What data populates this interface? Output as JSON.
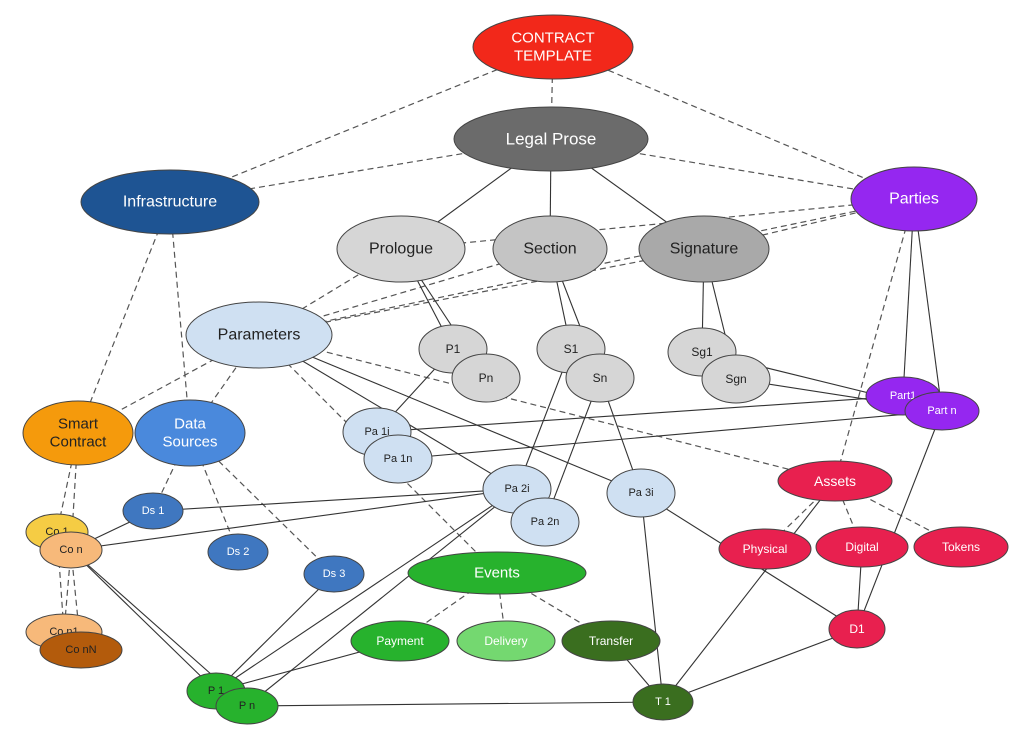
{
  "colors": {
    "red": "#f2281a",
    "dark_gray": "#6b6b6b",
    "gray": "#a9a9a9",
    "light_gray": "#d6d6d6",
    "mid_gray": "#c4c4c4",
    "navy": "#1e5493",
    "purple": "#9527f0",
    "orange": "#f59a0c",
    "blue": "#4a89dc",
    "light_blue": "#cfe0f2",
    "green": "#27b22d",
    "light_green": "#74d870",
    "dark_green": "#3a6e1f",
    "crimson": "#e8204f",
    "steel_blue": "#3f77c0",
    "light_orange": "#f7b97a",
    "yellow": "#f5cc44",
    "brown": "#b35b0c",
    "text_white": "#ffffff",
    "text_dark": "#222222"
  },
  "nodes": [
    {
      "id": "contract_template",
      "lines": [
        "CONTRACT",
        "TEMPLATE"
      ],
      "color": "red",
      "text": "text_white"
    },
    {
      "id": "legal_prose",
      "lines": [
        "Legal Prose"
      ],
      "color": "dark_gray",
      "text": "text_white"
    },
    {
      "id": "infrastructure",
      "lines": [
        "Infrastructure"
      ],
      "color": "navy",
      "text": "text_white"
    },
    {
      "id": "parties",
      "lines": [
        "Parties"
      ],
      "color": "purple",
      "text": "text_white"
    },
    {
      "id": "prologue",
      "lines": [
        "Prologue"
      ],
      "color": "light_gray",
      "text": "text_dark"
    },
    {
      "id": "section",
      "lines": [
        "Section"
      ],
      "color": "mid_gray",
      "text": "text_dark"
    },
    {
      "id": "signature",
      "lines": [
        "Signature"
      ],
      "color": "gray",
      "text": "text_dark"
    },
    {
      "id": "parameters",
      "lines": [
        "Parameters"
      ],
      "color": "light_blue",
      "text": "text_dark"
    },
    {
      "id": "p1",
      "lines": [
        "P1"
      ],
      "color": "light_gray",
      "text": "text_dark"
    },
    {
      "id": "pn",
      "lines": [
        "Pn"
      ],
      "color": "light_gray",
      "text": "text_dark"
    },
    {
      "id": "s1",
      "lines": [
        "S1"
      ],
      "color": "light_gray",
      "text": "text_dark"
    },
    {
      "id": "sn",
      "lines": [
        "Sn"
      ],
      "color": "light_gray",
      "text": "text_dark"
    },
    {
      "id": "sg1",
      "lines": [
        "Sg1"
      ],
      "color": "light_gray",
      "text": "text_dark"
    },
    {
      "id": "sgn",
      "lines": [
        "Sgn"
      ],
      "color": "light_gray",
      "text": "text_dark"
    },
    {
      "id": "smart_contract",
      "lines": [
        "Smart",
        "Contract"
      ],
      "color": "orange",
      "text": "text_dark"
    },
    {
      "id": "data_sources",
      "lines": [
        "Data",
        "Sources"
      ],
      "color": "blue",
      "text": "text_white"
    },
    {
      "id": "part1",
      "lines": [
        "Part1"
      ],
      "color": "purple",
      "text": "text_white"
    },
    {
      "id": "partn",
      "lines": [
        "Part n"
      ],
      "color": "purple",
      "text": "text_white"
    },
    {
      "id": "pa1i",
      "lines": [
        "Pa 1i"
      ],
      "color": "light_blue",
      "text": "text_dark"
    },
    {
      "id": "pa1n",
      "lines": [
        "Pa 1n"
      ],
      "color": "light_blue",
      "text": "text_dark"
    },
    {
      "id": "pa2i",
      "lines": [
        "Pa 2i"
      ],
      "color": "light_blue",
      "text": "text_dark"
    },
    {
      "id": "pa2n",
      "lines": [
        "Pa 2n"
      ],
      "color": "light_blue",
      "text": "text_dark"
    },
    {
      "id": "pa3i",
      "lines": [
        "Pa 3i"
      ],
      "color": "light_blue",
      "text": "text_dark"
    },
    {
      "id": "assets",
      "lines": [
        "Assets"
      ],
      "color": "crimson",
      "text": "text_white"
    },
    {
      "id": "ds1",
      "lines": [
        "Ds 1"
      ],
      "color": "steel_blue",
      "text": "text_white"
    },
    {
      "id": "ds2",
      "lines": [
        "Ds 2"
      ],
      "color": "steel_blue",
      "text": "text_white"
    },
    {
      "id": "ds3",
      "lines": [
        "Ds 3"
      ],
      "color": "steel_blue",
      "text": "text_white"
    },
    {
      "id": "co1",
      "lines": [
        "Co 1"
      ],
      "color": "yellow",
      "text": "text_dark"
    },
    {
      "id": "con",
      "lines": [
        "Co n"
      ],
      "color": "light_orange",
      "text": "text_dark"
    },
    {
      "id": "physical",
      "lines": [
        "Physical"
      ],
      "color": "crimson",
      "text": "text_white"
    },
    {
      "id": "digital",
      "lines": [
        "Digital"
      ],
      "color": "crimson",
      "text": "text_white"
    },
    {
      "id": "tokens",
      "lines": [
        "Tokens"
      ],
      "color": "crimson",
      "text": "text_white"
    },
    {
      "id": "events",
      "lines": [
        "Events"
      ],
      "color": "green",
      "text": "text_white"
    },
    {
      "id": "payment",
      "lines": [
        "Payment"
      ],
      "color": "green",
      "text": "text_white"
    },
    {
      "id": "delivery",
      "lines": [
        "Delivery"
      ],
      "color": "light_green",
      "text": "text_white"
    },
    {
      "id": "transfer",
      "lines": [
        "Transfer"
      ],
      "color": "dark_green",
      "text": "text_white"
    },
    {
      "id": "d1",
      "lines": [
        "D1"
      ],
      "color": "crimson",
      "text": "text_white"
    },
    {
      "id": "con1",
      "lines": [
        "Co n1"
      ],
      "color": "light_orange",
      "text": "text_dark"
    },
    {
      "id": "conn",
      "lines": [
        "Co nN"
      ],
      "color": "brown",
      "text": "text_dark"
    },
    {
      "id": "p_1",
      "lines": [
        "P 1"
      ],
      "color": "green",
      "text": "text_dark"
    },
    {
      "id": "p_n",
      "lines": [
        "P n"
      ],
      "color": "green",
      "text": "text_dark"
    },
    {
      "id": "t1",
      "lines": [
        "T 1"
      ],
      "color": "dark_green",
      "text": "text_white"
    }
  ],
  "edges": [
    {
      "from": "contract_template",
      "to": "legal_prose",
      "style": "dashed"
    },
    {
      "from": "contract_template",
      "to": "infrastructure",
      "style": "dashed"
    },
    {
      "from": "contract_template",
      "to": "parties",
      "style": "dashed"
    },
    {
      "from": "legal_prose",
      "to": "infrastructure",
      "style": "dashed"
    },
    {
      "from": "legal_prose",
      "to": "parties",
      "style": "dashed"
    },
    {
      "from": "legal_prose",
      "to": "prologue",
      "style": "solid"
    },
    {
      "from": "legal_prose",
      "to": "section",
      "style": "solid"
    },
    {
      "from": "legal_prose",
      "to": "signature",
      "style": "solid"
    },
    {
      "from": "parties",
      "to": "prologue",
      "style": "dashed"
    },
    {
      "from": "parties",
      "to": "signature",
      "style": "dashed"
    },
    {
      "from": "parties",
      "to": "parameters",
      "style": "dashed"
    },
    {
      "from": "parties",
      "to": "assets",
      "style": "dashed"
    },
    {
      "from": "parties",
      "to": "part1",
      "style": "solid"
    },
    {
      "from": "parties",
      "to": "partn",
      "style": "solid"
    },
    {
      "from": "infrastructure",
      "to": "smart_contract",
      "style": "dashed"
    },
    {
      "from": "infrastructure",
      "to": "data_sources",
      "style": "dashed"
    },
    {
      "from": "prologue",
      "to": "parameters",
      "style": "dashed"
    },
    {
      "from": "section",
      "to": "parameters",
      "style": "dashed"
    },
    {
      "from": "signature",
      "to": "parameters",
      "style": "dashed"
    },
    {
      "from": "prologue",
      "to": "p1",
      "style": "solid"
    },
    {
      "from": "prologue",
      "to": "pn",
      "style": "solid"
    },
    {
      "from": "section",
      "to": "s1",
      "style": "solid"
    },
    {
      "from": "section",
      "to": "sn",
      "style": "solid"
    },
    {
      "from": "signature",
      "to": "sg1",
      "style": "solid"
    },
    {
      "from": "signature",
      "to": "sgn",
      "style": "solid"
    },
    {
      "from": "sg1",
      "to": "partn",
      "style": "solid"
    },
    {
      "from": "sgn",
      "to": "partn",
      "style": "solid"
    },
    {
      "from": "parameters",
      "to": "smart_contract",
      "style": "dashed"
    },
    {
      "from": "parameters",
      "to": "data_sources",
      "style": "dashed"
    },
    {
      "from": "parameters",
      "to": "events",
      "style": "dashed"
    },
    {
      "from": "parameters",
      "to": "assets",
      "style": "dashed"
    },
    {
      "from": "parameters",
      "to": "pa2i",
      "style": "solid"
    },
    {
      "from": "parameters",
      "to": "pa3i",
      "style": "solid"
    },
    {
      "from": "p1",
      "to": "pa1i",
      "style": "solid"
    },
    {
      "from": "s1",
      "to": "pa2i",
      "style": "solid"
    },
    {
      "from": "sn",
      "to": "pa2n",
      "style": "solid"
    },
    {
      "from": "sn",
      "to": "pa3i",
      "style": "solid"
    },
    {
      "from": "pa1i",
      "to": "part1",
      "style": "solid"
    },
    {
      "from": "pa1n",
      "to": "partn",
      "style": "solid"
    },
    {
      "from": "smart_contract",
      "to": "co1",
      "style": "dashed"
    },
    {
      "from": "smart_contract",
      "to": "con",
      "style": "dashed"
    },
    {
      "from": "con",
      "to": "con1",
      "style": "dashed"
    },
    {
      "from": "con",
      "to": "conn",
      "style": "dashed"
    },
    {
      "from": "co1",
      "to": "con1",
      "style": "dashed"
    },
    {
      "from": "data_sources",
      "to": "ds1",
      "style": "dashed"
    },
    {
      "from": "data_sources",
      "to": "ds2",
      "style": "dashed"
    },
    {
      "from": "data_sources",
      "to": "ds3",
      "style": "dashed"
    },
    {
      "from": "con",
      "to": "ds1",
      "style": "solid"
    },
    {
      "from": "con",
      "to": "pa2i",
      "style": "solid"
    },
    {
      "from": "con",
      "to": "p_1",
      "style": "solid"
    },
    {
      "from": "con",
      "to": "p_n",
      "style": "solid"
    },
    {
      "from": "ds1",
      "to": "pa2i",
      "style": "solid"
    },
    {
      "from": "ds3",
      "to": "p_1",
      "style": "solid"
    },
    {
      "from": "pa2i",
      "to": "p_1",
      "style": "solid"
    },
    {
      "from": "pa2i",
      "to": "p_n",
      "style": "solid"
    },
    {
      "from": "pa3i",
      "to": "t1",
      "style": "solid"
    },
    {
      "from": "pa3i",
      "to": "d1",
      "style": "solid"
    },
    {
      "from": "assets",
      "to": "physical",
      "style": "dashed"
    },
    {
      "from": "assets",
      "to": "digital",
      "style": "dashed"
    },
    {
      "from": "assets",
      "to": "tokens",
      "style": "dashed"
    },
    {
      "from": "assets",
      "to": "t1",
      "style": "solid"
    },
    {
      "from": "digital",
      "to": "d1",
      "style": "solid"
    },
    {
      "from": "partn",
      "to": "d1",
      "style": "solid"
    },
    {
      "from": "d1",
      "to": "t1",
      "style": "solid"
    },
    {
      "from": "events",
      "to": "payment",
      "style": "dashed"
    },
    {
      "from": "events",
      "to": "delivery",
      "style": "dashed"
    },
    {
      "from": "events",
      "to": "transfer",
      "style": "dashed"
    },
    {
      "from": "payment",
      "to": "p_1",
      "style": "solid"
    },
    {
      "from": "transfer",
      "to": "t1",
      "style": "solid"
    },
    {
      "from": "p_n",
      "to": "t1",
      "style": "solid"
    }
  ]
}
